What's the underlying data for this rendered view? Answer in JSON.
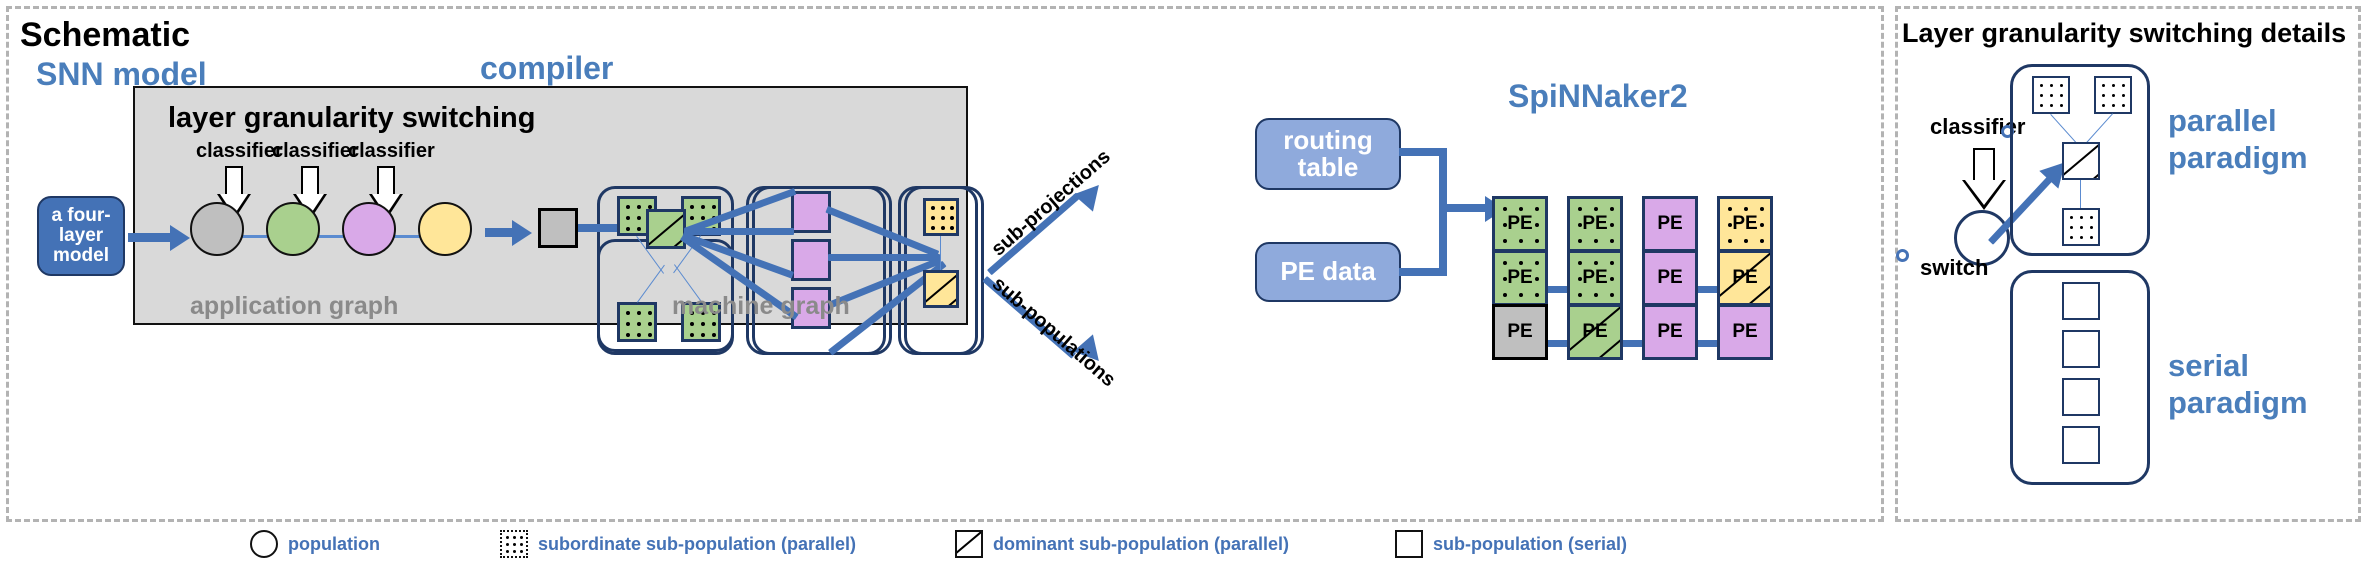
{
  "title_left": "Schematic",
  "title_right": "Layer granularity switching details",
  "sections": {
    "snn_model": "SNN model",
    "compiler": "compiler",
    "spinnaker": "SpiNNaker2"
  },
  "model_box": "a four-layer model",
  "compiler_heading": "layer granularity switching",
  "classifiers": [
    "classifier",
    "classifier",
    "classifier"
  ],
  "graph_labels": {
    "application_graph": "application graph",
    "machine_graph": "machine graph"
  },
  "edge_labels": {
    "sub_projections": "sub-projections",
    "sub_populations": "sub-populations"
  },
  "compiler_outputs": {
    "routing_table": "routing table",
    "pe_data": "PE data"
  },
  "pe_label": "PE",
  "pe_grid": {
    "rows": [
      [
        {
          "label": "PE",
          "style": "green-dotted"
        },
        {
          "label": "PE",
          "style": "green-dotted"
        },
        {
          "label": "PE",
          "style": "purple-plain"
        },
        {
          "label": "PE",
          "style": "yellow-dotted"
        }
      ],
      [
        {
          "label": "PE",
          "style": "green-dotted"
        },
        {
          "label": "PE",
          "style": "green-dotted"
        },
        {
          "label": "PE",
          "style": "purple-plain"
        },
        {
          "label": "PE",
          "style": "yellow-hatched"
        }
      ],
      [
        {
          "label": "PE",
          "style": "gray-plain"
        },
        {
          "label": "PE",
          "style": "green-hatched"
        },
        {
          "label": "PE",
          "style": "purple-plain"
        },
        {
          "label": "PE",
          "style": "purple-plain"
        }
      ]
    ]
  },
  "detail_panel": {
    "classifier": "classifier",
    "switch": "switch",
    "parallel": "parallel paradigm",
    "serial": "serial paradigm"
  },
  "legend": [
    {
      "icon": "circle",
      "label": "population"
    },
    {
      "icon": "dotted-square",
      "label": "subordinate sub-population (parallel)"
    },
    {
      "icon": "hatched-square",
      "label": "dominant sub-population (parallel)"
    },
    {
      "icon": "plain-square",
      "label": "sub-population (serial)"
    }
  ],
  "colors": {
    "accent_blue": "#4472b6",
    "light_blue": "#8FAADC",
    "green": "#A9D08E",
    "purple": "#D9A9E8",
    "yellow": "#FFE699",
    "gray": "#BFBFBF",
    "panel_gray": "#D9D9D9",
    "dark_navy": "#1F3864"
  },
  "layers": {
    "colors": [
      "#BFBFBF",
      "#A9D08E",
      "#D9A9E8",
      "#FFE699"
    ]
  }
}
